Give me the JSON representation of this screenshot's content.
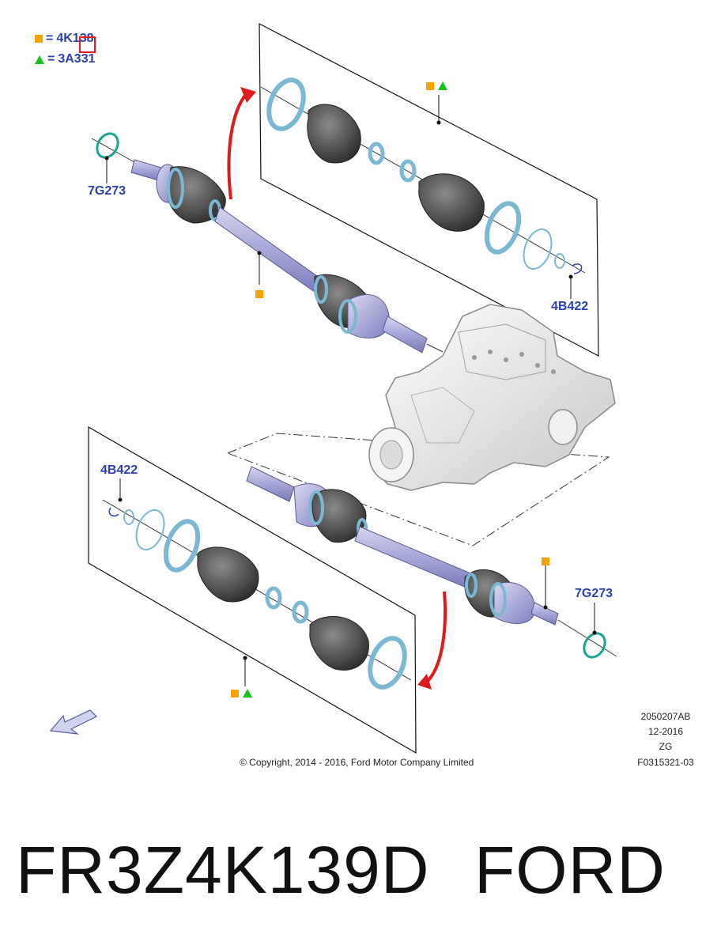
{
  "legend": {
    "items": [
      {
        "symbol": "square",
        "color": "#f5a300",
        "eq": "=",
        "code": "4K138"
      },
      {
        "symbol": "triangle",
        "color": "#18c21a",
        "eq": "=",
        "code": "3A331"
      }
    ]
  },
  "callouts": {
    "seal_left": "7G273",
    "clip_top_right": "4B422",
    "clip_bottom_left": "4B422",
    "seal_right": "7G273"
  },
  "meta": {
    "ref": "2050207AB",
    "date": "12-2016",
    "code": "ZG",
    "fig": "F0315321-03"
  },
  "copyright": "© Copyright, 2014 - 2016, Ford Motor Company Limited",
  "footer": {
    "part_number": "FR3Z4K139D",
    "brand": "FORD"
  },
  "colors": {
    "callout_blue": "#2b3fb0",
    "shaft": "#a6a6d8",
    "boot": "#555555",
    "ring": "#7ab8d4",
    "arrow_red": "#e01a1a",
    "marker_orange": "#f5a300",
    "marker_green": "#18c21a"
  },
  "icons": [
    "direction-arrow-icon",
    "square-marker-icon",
    "triangle-marker-icon"
  ]
}
